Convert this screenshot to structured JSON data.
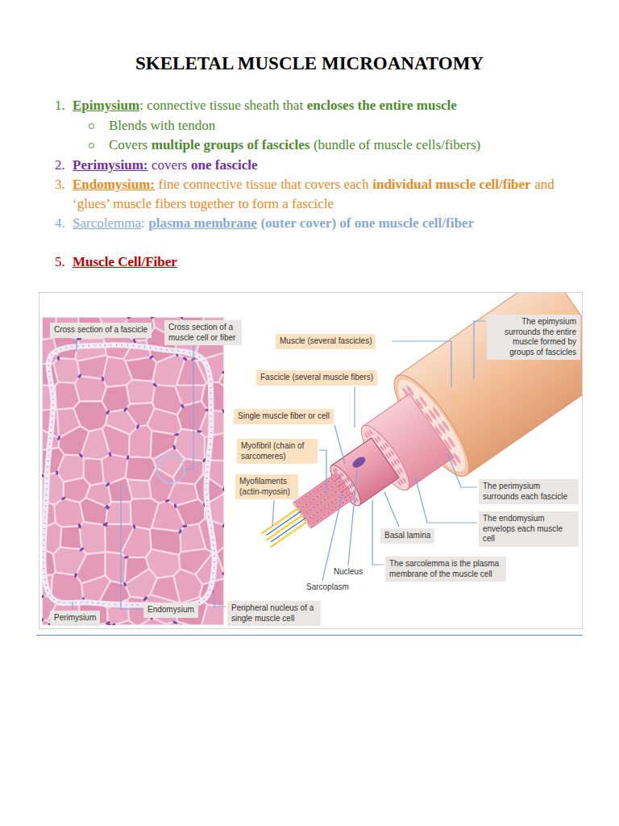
{
  "diagram": {
    "title": "SKELETAL MUSCLE MICROANATOMY",
    "nodes": [
      {
        "text": [
          "Cross section of a fascicle"
        ]
      },
      {
        "text": [
          "Cross section of a muscle cell or fiber"
        ]
      },
      {
        "text": [
          "The epimysium surrounds the entire muscle formed by groups of fascicles"
        ]
      },
      {
        "text": [
          "Muscle (several fascicles)"
        ]
      },
      {
        "text": [
          "Fascicle (several muscle fibers)"
        ]
      },
      {
        "text": [
          "Single muscle fiber or cell"
        ]
      },
      {
        "text": [
          "Myofibril (chain of sarcomeres)"
        ]
      },
      {
        "text": [
          "Myofilaments (actin-myosin)"
        ]
      },
      {
        "text": [
          "The perimysium surrounds each fascicle"
        ]
      },
      {
        "text": [
          "The endomysium envelops each muscle cell"
        ]
      },
      {
        "text": [
          "Basal lamina"
        ]
      },
      {
        "text": [
          "The sarcolemma is the plasma membrane of the muscle cell"
        ]
      },
      {
        "text": [
          "Perimysium"
        ]
      },
      {
        "text": [
          "Endomysium"
        ]
      },
      {
        "text": [
          "Peripheral nucleus of a single muscle cell"
        ]
      }
    ],
    "labels": [
      "1.",
      "Epimysium",
      ": connective tissue sheath that",
      "encloses the entire muscle",
      "Blends with tendon",
      "Covers",
      "multiple groups of fascicles",
      "(bundle of muscle cells/fibers)",
      "2.",
      "Perimysium:",
      "covers",
      "one fascicle",
      "3.",
      "Endomysium:",
      "fine connective tissue that covers each",
      "individual muscle cell/fiber",
      "and ‘glues’ muscle fibers together to form a fascicle",
      "4.",
      "Sarcolemma",
      ":",
      "plasma membrane",
      "(outer cover) of one muscle cell/fiber",
      "5.",
      "Muscle Cell/Fiber",
      "Nucleus",
      "Sarcoplasm"
    ]
  }
}
